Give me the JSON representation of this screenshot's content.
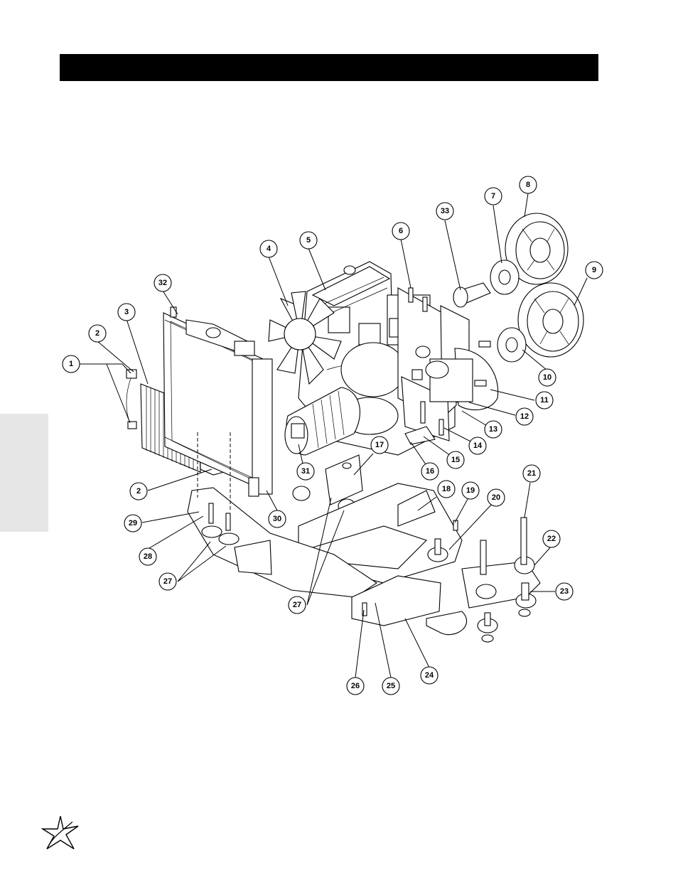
{
  "callouts": [
    {
      "n": "1"
    },
    {
      "n": "2"
    },
    {
      "n": "3"
    },
    {
      "n": "32"
    },
    {
      "n": "4"
    },
    {
      "n": "5"
    },
    {
      "n": "6"
    },
    {
      "n": "33"
    },
    {
      "n": "7"
    },
    {
      "n": "8"
    },
    {
      "n": "9"
    },
    {
      "n": "10"
    },
    {
      "n": "11"
    },
    {
      "n": "12"
    },
    {
      "n": "13"
    },
    {
      "n": "14"
    },
    {
      "n": "15"
    },
    {
      "n": "16"
    },
    {
      "n": "17"
    },
    {
      "n": "18"
    },
    {
      "n": "19"
    },
    {
      "n": "20"
    },
    {
      "n": "21"
    },
    {
      "n": "22"
    },
    {
      "n": "23"
    },
    {
      "n": "2"
    },
    {
      "n": "31"
    },
    {
      "n": "30"
    },
    {
      "n": "29"
    },
    {
      "n": "28"
    },
    {
      "n": "27"
    },
    {
      "n": "27"
    },
    {
      "n": "26"
    },
    {
      "n": "25"
    },
    {
      "n": "24"
    }
  ],
  "icons": {
    "logo": "star-burst-icon"
  }
}
